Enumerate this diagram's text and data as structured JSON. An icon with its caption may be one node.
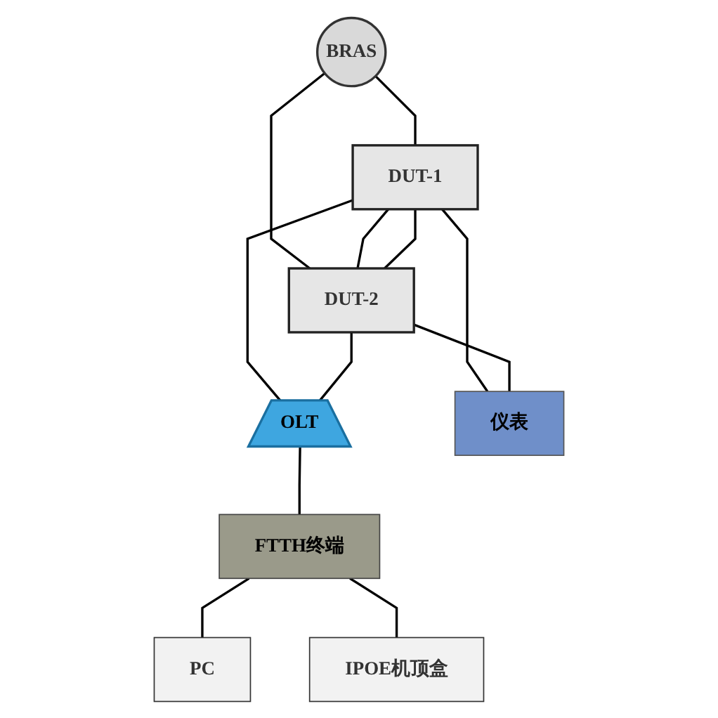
{
  "diagram": {
    "nodes": [
      {
        "text": [
          "BRAS"
        ]
      },
      {
        "text": [
          "DUT-1"
        ]
      },
      {
        "text": [
          "DUT-2"
        ]
      },
      {
        "text": [
          "OLT"
        ]
      },
      {
        "text": [
          "仪表"
        ]
      },
      {
        "text": [
          "FTTH终端"
        ]
      },
      {
        "text": [
          "PC"
        ]
      },
      {
        "text": [
          "IPOE机顶盒"
        ]
      }
    ],
    "edges": [
      {
        "from": 0,
        "to": 1,
        "arrow": "none"
      },
      {
        "from": 0,
        "to": 2,
        "arrow": "none"
      },
      {
        "from": 1,
        "to": 2,
        "arrow": "none"
      },
      {
        "from": 1,
        "to": 2,
        "arrow": "none"
      },
      {
        "from": 1,
        "to": 3,
        "arrow": "none"
      },
      {
        "from": 1,
        "to": 4,
        "arrow": "none"
      },
      {
        "from": 2,
        "to": 3,
        "arrow": "none"
      },
      {
        "from": 2,
        "to": 4,
        "arrow": "none"
      },
      {
        "from": 3,
        "to": 5,
        "arrow": "none"
      },
      {
        "from": 5,
        "to": 6,
        "arrow": "none"
      },
      {
        "from": 5,
        "to": 7,
        "arrow": "none"
      }
    ]
  }
}
